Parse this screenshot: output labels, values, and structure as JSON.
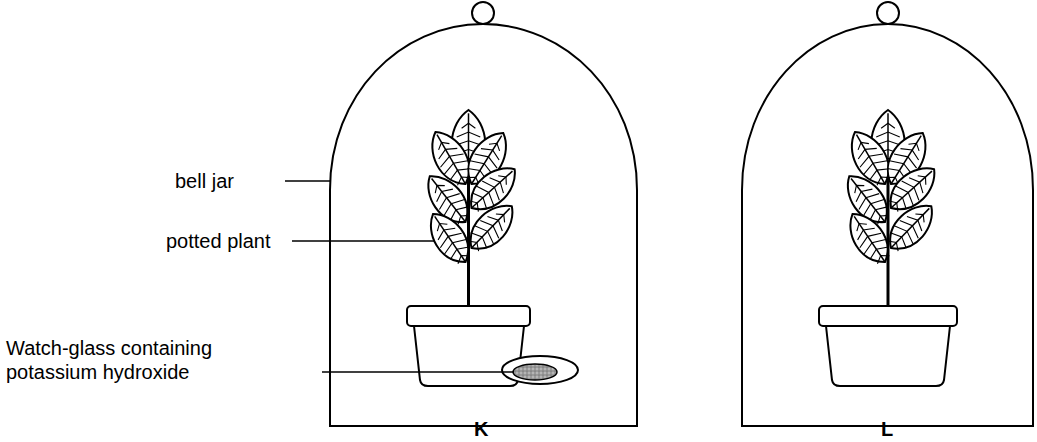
{
  "diagram": {
    "labels": [
      "bell jar",
      "potted plant",
      "Watch-glass containing potassium hydroxide",
      "K",
      "L"
    ]
  }
}
